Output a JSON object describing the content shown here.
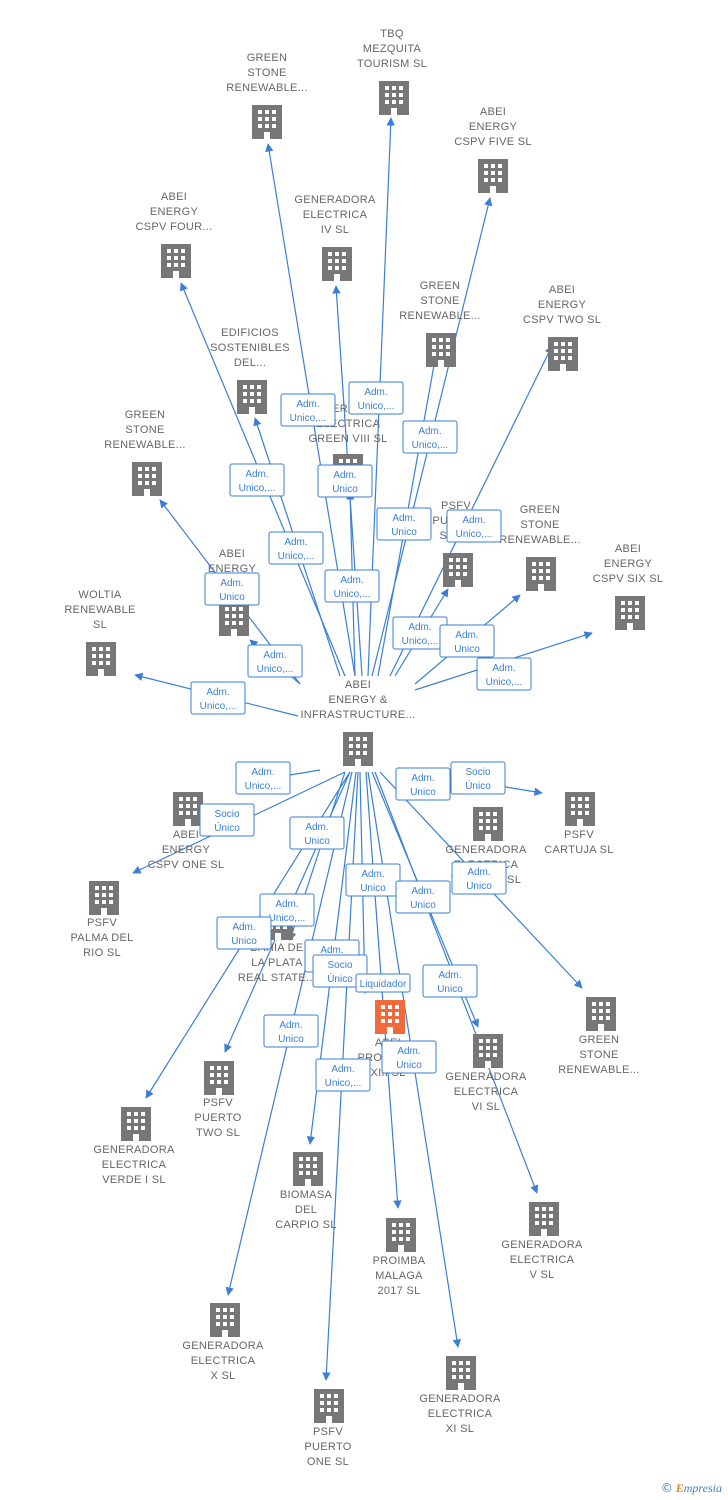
{
  "colors": {
    "edge": "#3a7fd5",
    "building": "#777777",
    "building_focus": "#f06a3c",
    "label": "#666666"
  },
  "icons": {
    "company": "building-icon",
    "copyright": "copyright-icon"
  },
  "center": {
    "id": "center",
    "lines": [
      "ABEI",
      "ENERGY &",
      "INFRASTRUCTURE..."
    ]
  },
  "nodes": [
    {
      "id": "n1",
      "lines": [
        "TBQ",
        "MEZQUITA",
        "TOURISM  SL"
      ]
    },
    {
      "id": "n2",
      "lines": [
        "GREEN",
        "STONE",
        "RENEWABLE..."
      ]
    },
    {
      "id": "n3",
      "lines": [
        "ABEI",
        "ENERGY",
        "CSPV FIVE  SL"
      ]
    },
    {
      "id": "n4",
      "lines": [
        "GENERADORA",
        "ELECTRICA",
        "IV  SL"
      ]
    },
    {
      "id": "n5",
      "lines": [
        "ABEI",
        "ENERGY",
        "CSPV FOUR..."
      ]
    },
    {
      "id": "n6",
      "lines": [
        "GREEN",
        "STONE",
        "RENEWABLE..."
      ]
    },
    {
      "id": "n7",
      "lines": [
        "ABEI",
        "ENERGY",
        "CSPV TWO  SL"
      ]
    },
    {
      "id": "n8",
      "lines": [
        "EDIFICIOS",
        "SOSTENIBLES",
        "DEL..."
      ]
    },
    {
      "id": "n9",
      "lines": [
        "GENERADORA",
        "ELECTRICA",
        "GREEN VIII  SL"
      ]
    },
    {
      "id": "n10",
      "lines": [
        "GREEN",
        "STONE",
        "RENEWABLE..."
      ]
    },
    {
      "id": "n11",
      "lines": [
        "PSFV",
        "PUERTO",
        "SOL..."
      ]
    },
    {
      "id": "n12",
      "lines": [
        "GREEN",
        "STONE",
        "RENEWABLE..."
      ]
    },
    {
      "id": "n13",
      "lines": [
        "ABEI",
        "ENERGY",
        "CSPV SIX  SL"
      ]
    },
    {
      "id": "n14",
      "lines": [
        "ABEI",
        "ENERGY",
        "CSPV..."
      ]
    },
    {
      "id": "n15",
      "lines": [
        "WOLTIA",
        "RENEWABLE",
        "SL"
      ]
    },
    {
      "id": "n16",
      "lines": [
        "ABEI",
        "ENERGY",
        "CSPV ONE  SL"
      ]
    },
    {
      "id": "n17",
      "lines": [
        "PSFV",
        "CARTUJA  SL"
      ]
    },
    {
      "id": "n18",
      "lines": [
        "GENERADORA",
        "ELECTRICA",
        "VERDE III  SL"
      ]
    },
    {
      "id": "n19",
      "lines": [
        "PSFV",
        "PALMA DEL",
        "RIO  SL"
      ]
    },
    {
      "id": "n20",
      "lines": [
        "BAHIA DE",
        "LA PLATA",
        "REAL STATE..."
      ]
    },
    {
      "id": "n21",
      "lines": [
        "ABEI",
        "PROJECTS",
        "XIII  SL"
      ]
    },
    {
      "id": "n22",
      "lines": [
        "GREEN",
        "STONE",
        "RENEWABLE..."
      ]
    },
    {
      "id": "n23",
      "lines": [
        "GENERADORA",
        "ELECTRICA",
        "VI  SL"
      ]
    },
    {
      "id": "n24",
      "lines": [
        "PSFV",
        "PUERTO",
        "TWO  SL"
      ]
    },
    {
      "id": "n25",
      "lines": [
        "GENERADORA",
        "ELECTRICA",
        "VERDE I  SL"
      ]
    },
    {
      "id": "n26",
      "lines": [
        "BIOMASA",
        "DEL",
        "CARPIO  SL"
      ]
    },
    {
      "id": "n27",
      "lines": [
        "PROIMBA",
        "MALAGA",
        "2017  SL"
      ]
    },
    {
      "id": "n28",
      "lines": [
        "GENERADORA",
        "ELECTRICA",
        "V  SL"
      ]
    },
    {
      "id": "n29",
      "lines": [
        "GENERADORA",
        "ELECTRICA",
        "X  SL"
      ]
    },
    {
      "id": "n30",
      "lines": [
        "GENERADORA",
        "ELECTRICA",
        "XI  SL"
      ]
    },
    {
      "id": "n31",
      "lines": [
        "PSFV",
        "PUERTO",
        "ONE  SL"
      ]
    }
  ],
  "badges": [
    {
      "l1": "Adm.",
      "l2": "Unico,..."
    },
    {
      "l1": "Adm.",
      "l2": "Unico,..."
    },
    {
      "l1": "Adm.",
      "l2": "Unico,..."
    },
    {
      "l1": "Adm.",
      "l2": "Unico,..."
    },
    {
      "l1": "Adm.",
      "l2": "Unico"
    },
    {
      "l1": "Adm.",
      "l2": "Unico"
    },
    {
      "l1": "Adm.",
      "l2": "Unico,..."
    },
    {
      "l1": "Adm.",
      "l2": "Unico,..."
    },
    {
      "l1": "Adm.",
      "l2": "Unico"
    },
    {
      "l1": "Adm.",
      "l2": "Unico,..."
    },
    {
      "l1": "Adm.",
      "l2": "Unico,..."
    },
    {
      "l1": "Adm.",
      "l2": "Unico"
    },
    {
      "l1": "Adm.",
      "l2": "Unico,..."
    },
    {
      "l1": "Adm.",
      "l2": "Unico,..."
    },
    {
      "l1": "Adm.",
      "l2": "Unico,..."
    },
    {
      "l1": "Adm.",
      "l2": "Unico,..."
    },
    {
      "l1": "Socio",
      "l2": "Único"
    },
    {
      "l1": "Adm.",
      "l2": "Unico"
    },
    {
      "l1": "Socio",
      "l2": "Único"
    },
    {
      "l1": "Adm.",
      "l2": "Unico"
    },
    {
      "l1": "Adm.",
      "l2": "Unico"
    },
    {
      "l1": "Adm.",
      "l2": "Unico"
    },
    {
      "l1": "Adm.",
      "l2": "Unico"
    },
    {
      "l1": "Adm.",
      "l2": "Unico,..."
    },
    {
      "l1": "Adm.",
      "l2": "Unico"
    },
    {
      "l1": "Adm.",
      "l2": "Unico"
    },
    {
      "l1": "Socio",
      "l2": "Único"
    },
    {
      "l1": "Liquidador",
      "l2": ""
    },
    {
      "l1": "Adm.",
      "l2": "Unico"
    },
    {
      "l1": "Adm.",
      "l2": "Unico,..."
    },
    {
      "l1": "Adm.",
      "l2": "Unico"
    },
    {
      "l1": "Adm.",
      "l2": "Unico"
    }
  ],
  "copyright": {
    "symbol": "©",
    "brand_first": "E",
    "brand_rest": "mpresia"
  }
}
